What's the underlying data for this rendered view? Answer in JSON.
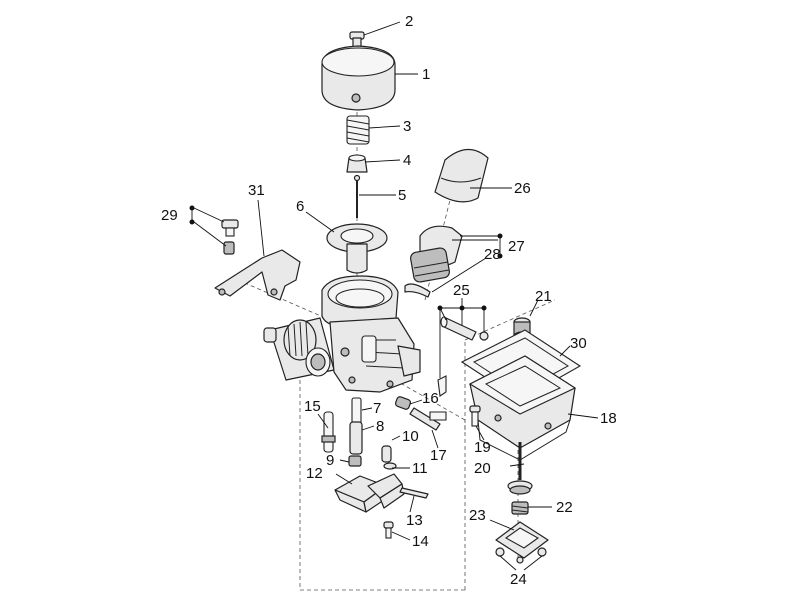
{
  "callouts": {
    "c1": "1",
    "c2": "2",
    "c3": "3",
    "c4": "4",
    "c5": "5",
    "c6": "6",
    "c7": "7",
    "c8": "8",
    "c9": "9",
    "c10": "10",
    "c11": "11",
    "c12": "12",
    "c13": "13",
    "c14": "14",
    "c15": "15",
    "c16": "16",
    "c17": "17",
    "c18": "18",
    "c19": "19",
    "c20": "20",
    "c21": "21",
    "c22": "22",
    "c23": "23",
    "c24": "24",
    "c25": "25",
    "c26": "26",
    "c27": "27",
    "c28": "28",
    "c29": "29",
    "c30": "30",
    "c31": "31"
  },
  "colors": {
    "line": "#222222",
    "fill": "#e9e9e9",
    "background": "#ffffff"
  }
}
